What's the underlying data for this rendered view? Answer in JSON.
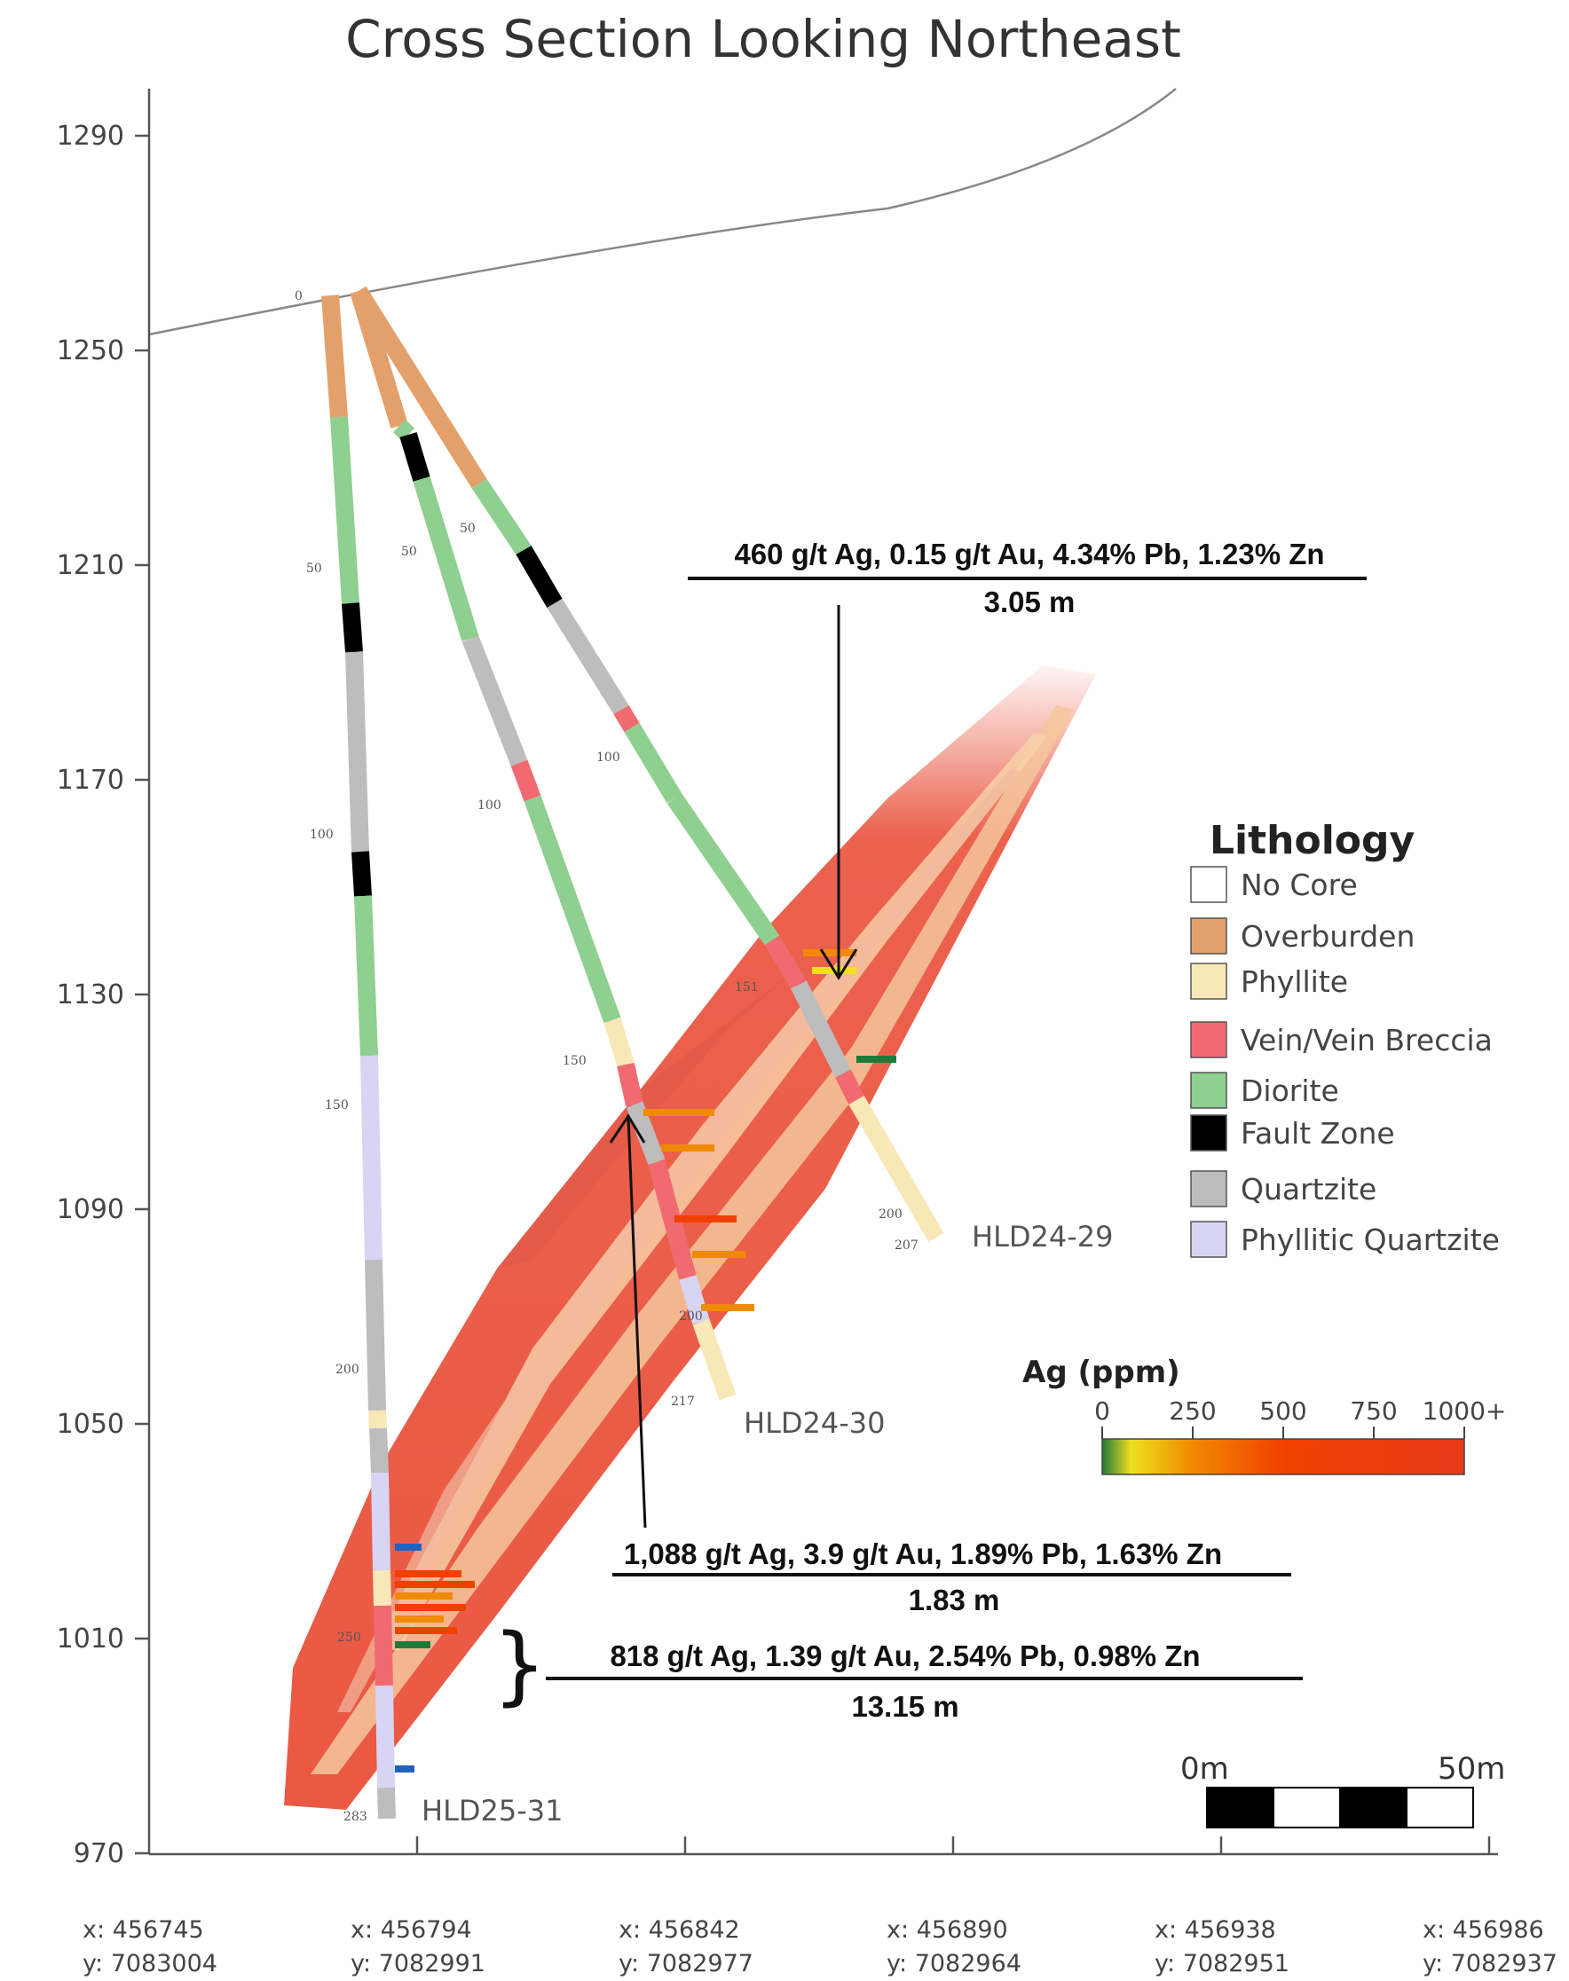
{
  "title": "Cross Section Looking Northeast",
  "axes": {
    "elevation_ticks": [
      "1290",
      "1250",
      "1210",
      "1170",
      "1130",
      "1090",
      "1050",
      "1010",
      "970"
    ],
    "x_ticks": [
      {
        "x": "x: 456745",
        "y": "y: 7083004"
      },
      {
        "x": "x: 456794",
        "y": "y: 7082991"
      },
      {
        "x": "x: 456842",
        "y": "y: 7082977"
      },
      {
        "x": "x: 456890",
        "y": "y: 7082964"
      },
      {
        "x": "x: 456938",
        "y": "y: 7082951"
      },
      {
        "x": "x: 456986",
        "y": "y: 7082937"
      }
    ]
  },
  "holes": {
    "hld25_31": {
      "name": "HLD25-31",
      "depth_labels": [
        "0",
        "50",
        "100",
        "150",
        "200",
        "250",
        "283"
      ]
    },
    "hld24_30": {
      "name": "HLD24-30",
      "depth_labels": [
        "50",
        "100",
        "150",
        "200",
        "217"
      ]
    },
    "hld24_29": {
      "name": "HLD24-29",
      "depth_labels": [
        "50",
        "100",
        "151",
        "200",
        "207"
      ]
    }
  },
  "annotations": {
    "top": {
      "assay": "460 g/t Ag, 0.15 g/t Au, 4.34% Pb, 1.23% Zn",
      "length": "3.05 m"
    },
    "middle": {
      "assay": "1,088 g/t Ag, 3.9 g/t Au, 1.89% Pb, 1.63% Zn",
      "length": "1.83 m"
    },
    "bottom": {
      "assay": "818 g/t Ag, 1.39 g/t Au, 2.54% Pb, 0.98% Zn",
      "length": "13.15 m"
    }
  },
  "legend": {
    "title": "Lithology",
    "items": [
      {
        "label": "No Core",
        "color": "#ffffff"
      },
      {
        "label": "Overburden",
        "color": "#e4a06a"
      },
      {
        "label": "Phyllite",
        "color": "#f8e8b8"
      },
      {
        "label": "Vein/Vein Breccia",
        "color": "#f06a70"
      },
      {
        "label": "Diorite",
        "color": "#8fcf8f"
      },
      {
        "label": "Fault Zone",
        "color": "#000000"
      },
      {
        "label": "Quartzite",
        "color": "#bdbdbd"
      },
      {
        "label": "Phyllitic Quartzite",
        "color": "#d8d4f4"
      }
    ]
  },
  "colorbar": {
    "title": "Ag (ppm)",
    "ticks": [
      "0",
      "250",
      "500",
      "750",
      "1000+"
    ],
    "colors": [
      "#1f7a3a",
      "#f0e020",
      "#f08a00",
      "#f04000",
      "#e83a1a"
    ]
  },
  "scale_bar": {
    "left_label": "0m",
    "right_label": "50m"
  }
}
